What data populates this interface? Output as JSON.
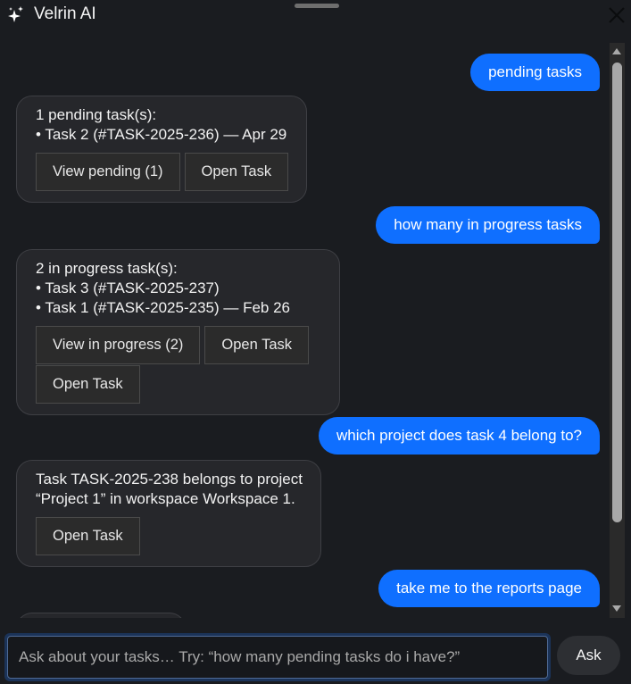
{
  "header": {
    "title": "Velrin AI",
    "icon": "sparkle-icon",
    "close_icon": "close-icon"
  },
  "colors": {
    "accent": "#0f6fff",
    "background": "#1a1c20",
    "card": "#26272b"
  },
  "messages": [
    {
      "role": "user",
      "text": "pending tasks"
    },
    {
      "role": "assistant",
      "lines": [
        "1 pending task(s):",
        "• Task 2 (#TASK-2025-236) — Apr 29"
      ],
      "actions": [
        "View pending (1)",
        "Open Task"
      ]
    },
    {
      "role": "user",
      "text": "how many in progress tasks"
    },
    {
      "role": "assistant",
      "lines": [
        "2 in progress task(s):",
        "• Task 3 (#TASK-2025-237)",
        "• Task 1 (#TASK-2025-235) — Feb 26"
      ],
      "actions": [
        "View in progress (2)",
        "Open Task",
        "Open Task"
      ]
    },
    {
      "role": "user",
      "text": "which project does task 4 belong to?"
    },
    {
      "role": "assistant",
      "lines": [
        "Task TASK-2025-238 belongs to project",
        "“Project 1” in workspace Workspace 1."
      ],
      "actions": [
        "Open Task"
      ]
    },
    {
      "role": "user",
      "text": "take me to the reports page"
    }
  ],
  "composer": {
    "placeholder": "Ask about your tasks… Try: “how many pending tasks do i have?”",
    "value": "",
    "submit_label": "Ask"
  }
}
